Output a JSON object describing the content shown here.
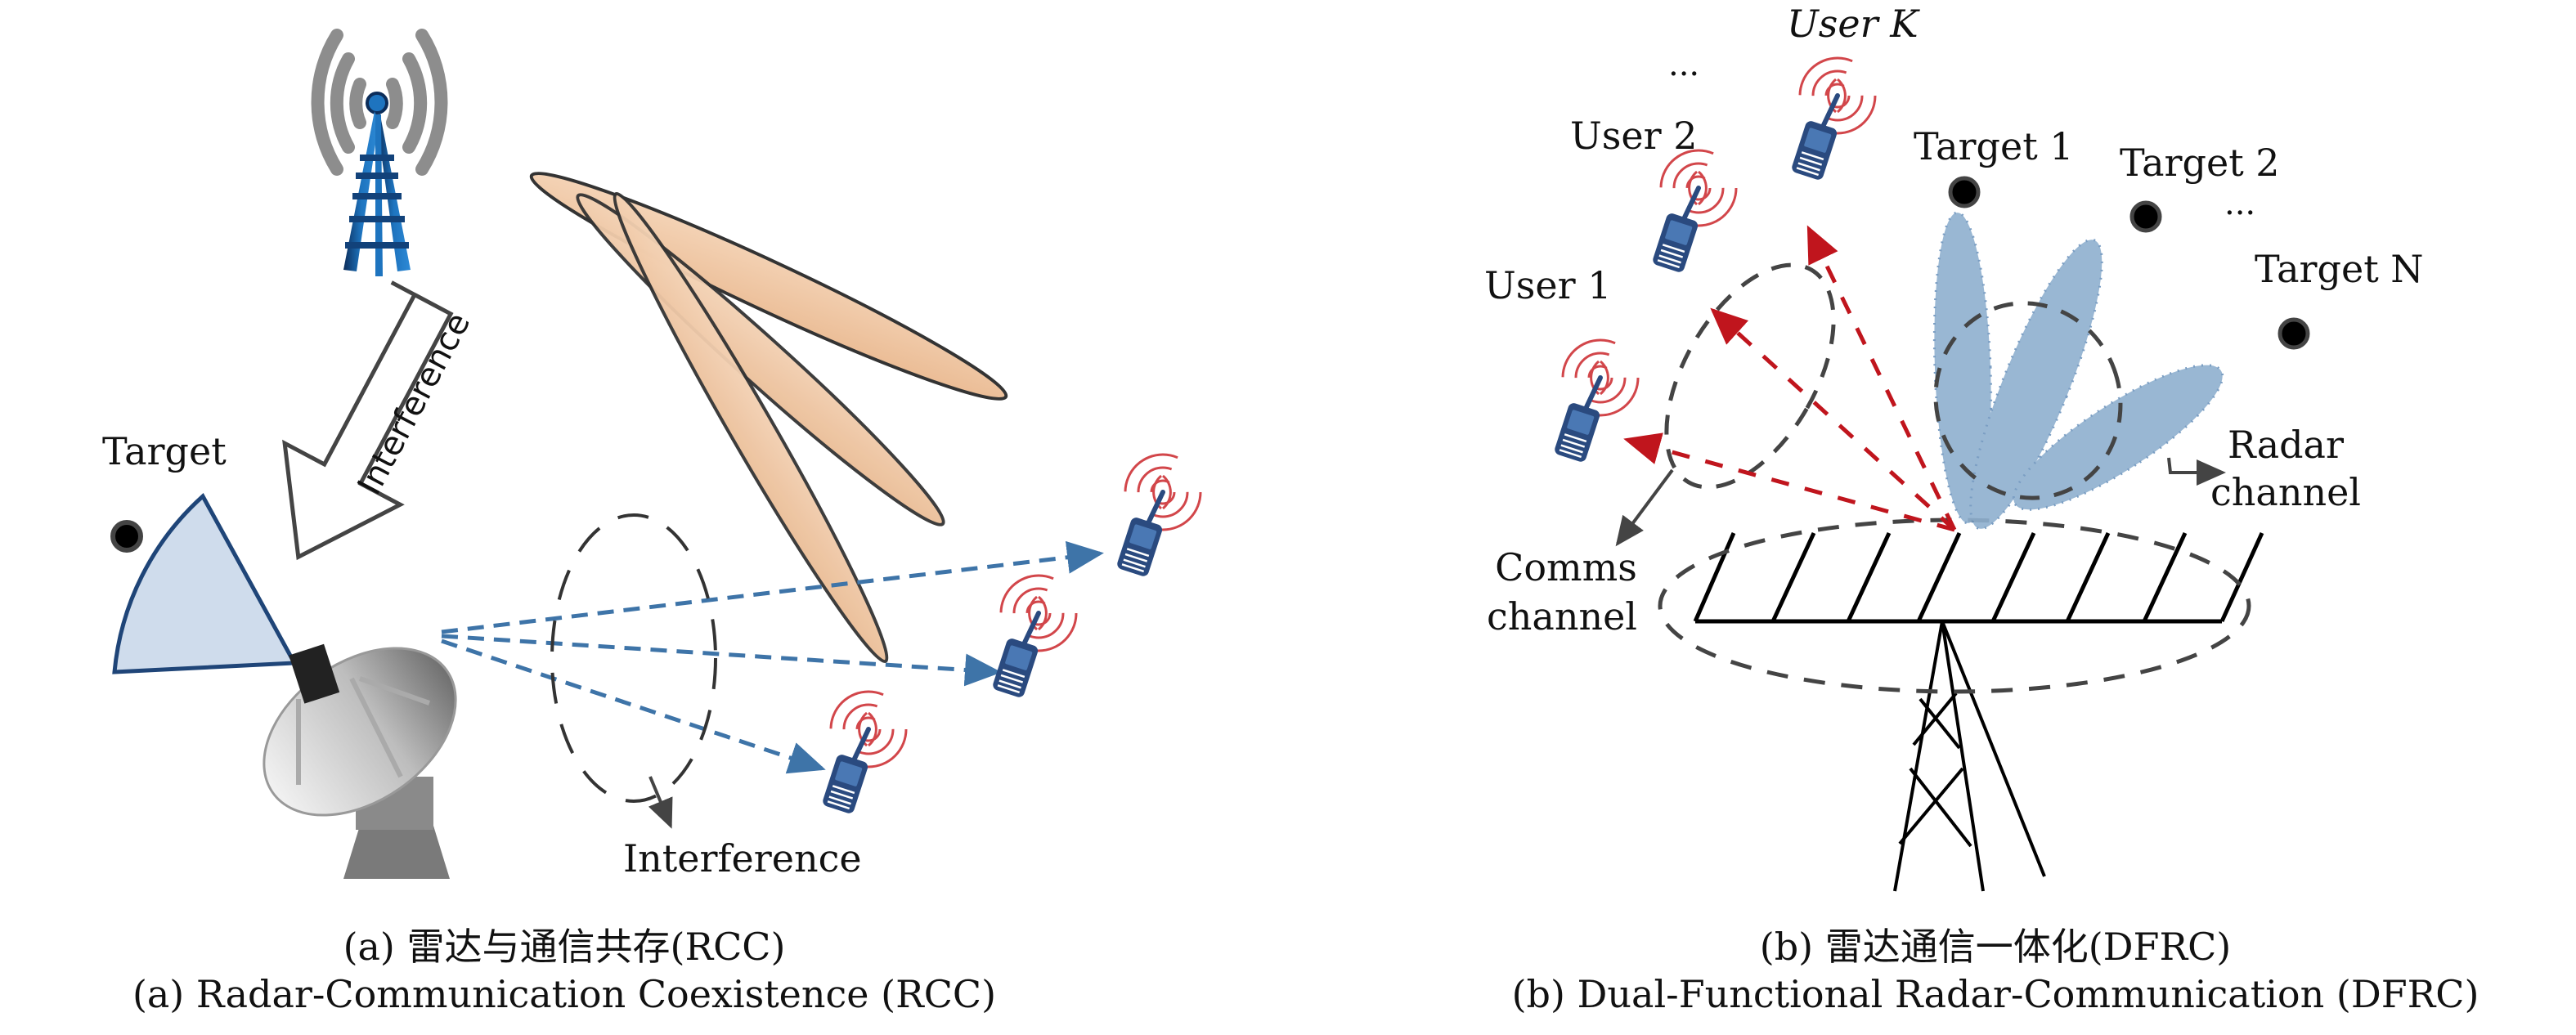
{
  "panel_a": {
    "target_label": "Target",
    "interference_arrow_label": "Interference",
    "interference_zone_label": "Interference",
    "caption_cn": "(a) 雷达与通信共存(RCC)",
    "caption_en": "(a) Radar-Communication Coexistence (RCC)",
    "user_count": 3,
    "beam_count": 3
  },
  "panel_b": {
    "users": [
      {
        "label": "User 1"
      },
      {
        "label": "User 2"
      },
      {
        "label": "User K"
      }
    ],
    "users_ellipsis": "...",
    "targets": [
      {
        "label": "Target 1"
      },
      {
        "label": "Target 2"
      },
      {
        "label": "Target N"
      }
    ],
    "targets_ellipsis": "...",
    "radar_channel_label_1": "Radar",
    "radar_channel_label_2": "channel",
    "comms_channel_label_1": "Comms",
    "comms_channel_label_2": "channel",
    "caption_cn": "(b) 雷达通信一体化(DFRC)",
    "caption_en": "(b) Dual-Functional Radar-Communication (DFRC)"
  },
  "colors": {
    "beam_orange": "#efc39c",
    "beam_blue": "#8fb0cf",
    "tower_blue": "#1f6fb3",
    "comms_red": "#c0151d",
    "dashed_blue": "#3e74a8",
    "radar_sector": "#cfdcec",
    "device_navy": "#2a4a7f"
  }
}
